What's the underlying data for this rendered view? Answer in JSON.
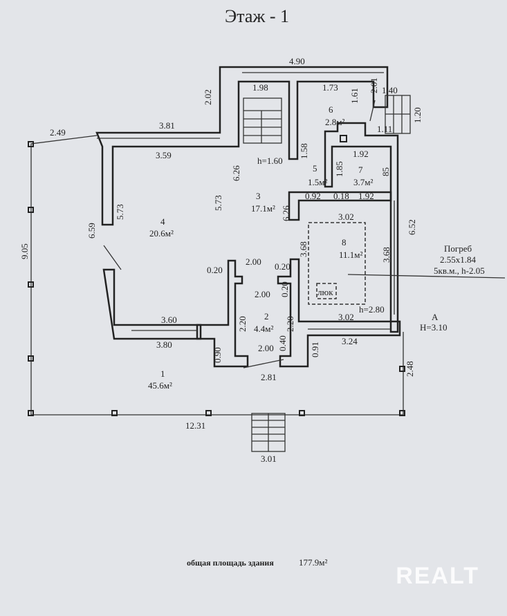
{
  "title": "Этаж - 1",
  "rooms": [
    {
      "num": "1",
      "area": "45.6м²"
    },
    {
      "num": "2",
      "area": "4.4м²"
    },
    {
      "num": "3",
      "area": "17.1м²"
    },
    {
      "num": "4",
      "area": "20.6м²"
    },
    {
      "num": "5",
      "area": "1.5м²"
    },
    {
      "num": "6",
      "area": "2.8м²"
    },
    {
      "num": "7",
      "area": "3.7м²"
    },
    {
      "num": "8",
      "area": "11.1м²"
    }
  ],
  "dims": {
    "d490": "4.90",
    "d202": "2.02",
    "d198": "1.98",
    "d173": "1.73",
    "d161": "1.61",
    "d201": "2.01",
    "d140": "1.40",
    "d120": "1.20",
    "d111": "1.11",
    "d249": "2.49",
    "d381": "3.81",
    "d359": "3.59",
    "d626a": "6.26",
    "h160": "h=1.60",
    "d158": "1.58",
    "d185": "1.85",
    "d192a": "1.92",
    "d85": "85",
    "d573a": "5.73",
    "d573b": "5.73",
    "d659": "6.59",
    "d905": "9.05",
    "d626b": "6.26",
    "d092": "0.92",
    "d018": "0.18",
    "d192b": "1.92",
    "d302a": "3.02",
    "d652": "6.52",
    "d368a": "3.68",
    "d368b": "3.68",
    "d020a": "0.20",
    "d200a": "2.00",
    "d020b": "0.20",
    "d200b": "2.00",
    "d020c": "0.20",
    "h280": "h=2.80",
    "d302b": "3.02",
    "d360": "3.60",
    "d220a": "2.20",
    "d220b": "2.20",
    "d380": "3.80",
    "d324": "3.24",
    "d090": "0.90",
    "d040": "0.40",
    "d200c": "2.00",
    "d091": "0.91",
    "d281": "2.81",
    "d248": "2.48",
    "d1231": "12.31",
    "d301": "3.01"
  },
  "hatch": "люк",
  "cellar": {
    "title": "Погреб",
    "size": "2.55x1.84",
    "info": "5кв.м., h-2.05"
  },
  "marker": {
    "label": "А",
    "height": "H=3.10"
  },
  "footer": {
    "label": "общая площадь здания",
    "value": "177.9м²"
  },
  "watermark": "REALT"
}
